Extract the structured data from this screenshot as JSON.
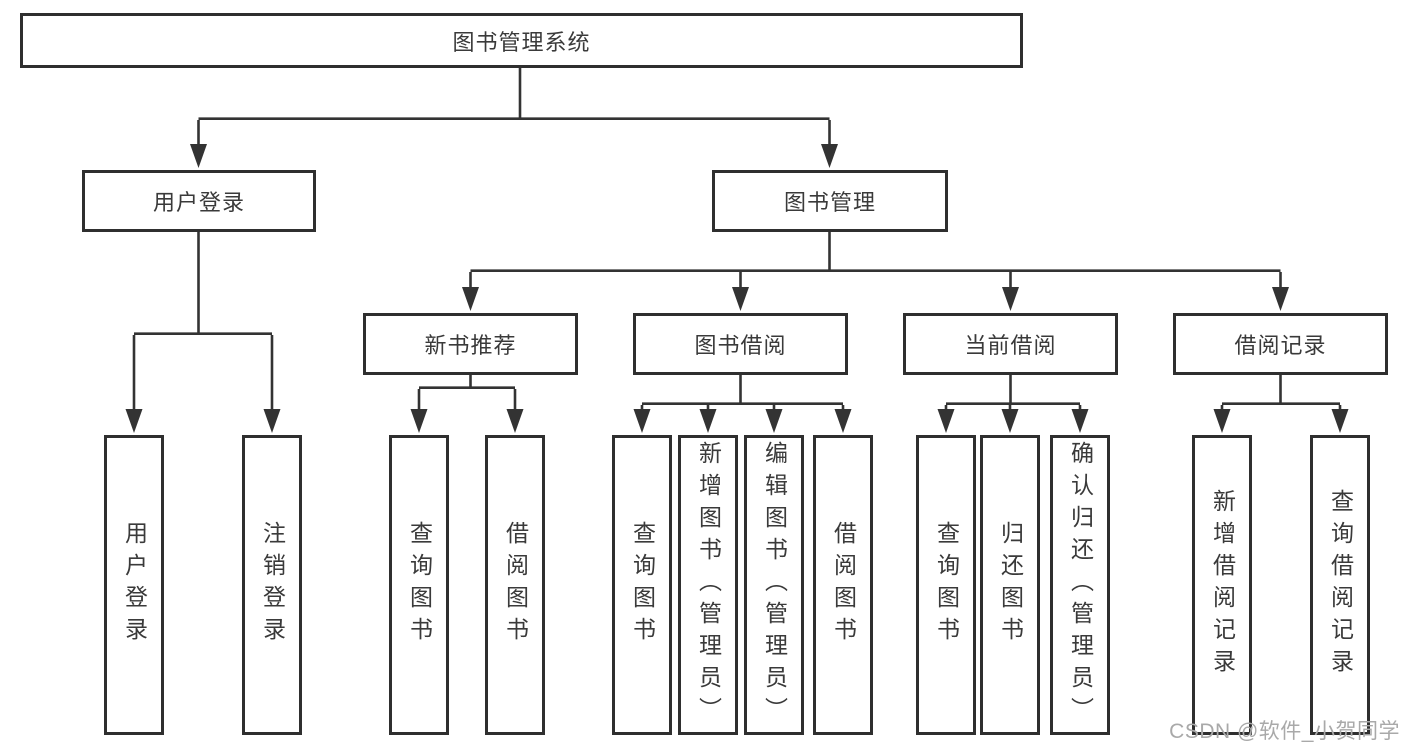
{
  "watermark": "CSDN @软件_小贺同学",
  "colors": {
    "line": "#333333",
    "border": "#2f2f2f",
    "text": "#3a3a3a",
    "background": "#ffffff",
    "watermark": "#a9a9a9"
  },
  "tree": {
    "root": {
      "label": "图书管理系统"
    },
    "branches": [
      {
        "label": "用户登录",
        "children": [
          {
            "label": "用户登录"
          },
          {
            "label": "注销登录"
          }
        ]
      },
      {
        "label": "图书管理",
        "groups": [
          {
            "label": "新书推荐",
            "children": [
              {
                "label": "查询图书"
              },
              {
                "label": "借阅图书"
              }
            ]
          },
          {
            "label": "图书借阅",
            "children": [
              {
                "label": "查询图书"
              },
              {
                "label": "新增图书（管理员）"
              },
              {
                "label": "编辑图书（管理员）"
              },
              {
                "label": "借阅图书"
              }
            ]
          },
          {
            "label": "当前借阅",
            "children": [
              {
                "label": "查询图书"
              },
              {
                "label": "归还图书"
              },
              {
                "label": "确认归还（管理员）"
              }
            ]
          },
          {
            "label": "借阅记录",
            "children": [
              {
                "label": "新增借阅记录"
              },
              {
                "label": "查询借阅记录"
              }
            ]
          }
        ]
      }
    ]
  }
}
